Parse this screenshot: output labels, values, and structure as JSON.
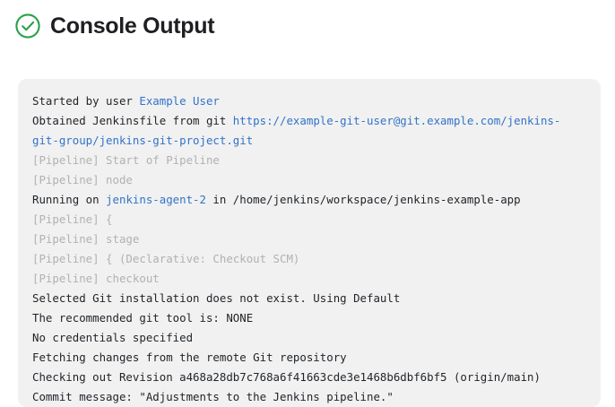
{
  "header": {
    "status_icon": "check-circle-icon",
    "status_color": "#2aa04a",
    "title": "Console Output"
  },
  "colors": {
    "panel_background": "#f1f1f1",
    "text": "#1f2328",
    "muted_text": "#b1b1b1",
    "link": "#3273c8",
    "title": "#1f1f23",
    "success_green": "#2aa04a"
  },
  "console": {
    "lines": [
      {
        "id": "started-by-user",
        "muted": false,
        "parts": [
          {
            "text": "Started by user ",
            "link": false
          },
          {
            "text": "Example User",
            "link": true
          }
        ]
      },
      {
        "id": "obtained-jenkinsfile",
        "muted": false,
        "parts": [
          {
            "text": "Obtained Jenkinsfile from git ",
            "link": false
          },
          {
            "text": "https://example-git-user@git.example.com/jenkins-git-group/jenkins-git-project.git",
            "link": true
          }
        ]
      },
      {
        "id": "pipeline-start-of-pipeline",
        "muted": true,
        "parts": [
          {
            "text": "[Pipeline] Start of Pipeline",
            "link": false
          }
        ]
      },
      {
        "id": "pipeline-node",
        "muted": true,
        "parts": [
          {
            "text": "[Pipeline] node",
            "link": false
          }
        ]
      },
      {
        "id": "running-on-agent",
        "muted": false,
        "parts": [
          {
            "text": "Running on ",
            "link": false
          },
          {
            "text": "jenkins-agent-2",
            "link": true
          },
          {
            "text": " in /home/jenkins/workspace/jenkins-example-app",
            "link": false
          }
        ]
      },
      {
        "id": "pipeline-open-brace",
        "muted": true,
        "parts": [
          {
            "text": "[Pipeline] {",
            "link": false
          }
        ]
      },
      {
        "id": "pipeline-stage",
        "muted": true,
        "parts": [
          {
            "text": "[Pipeline] stage",
            "link": false
          }
        ]
      },
      {
        "id": "pipeline-declarative-checkout-scm",
        "muted": true,
        "parts": [
          {
            "text": "[Pipeline] { (Declarative: Checkout SCM)",
            "link": false
          }
        ]
      },
      {
        "id": "pipeline-checkout",
        "muted": true,
        "parts": [
          {
            "text": "[Pipeline] checkout",
            "link": false
          }
        ]
      },
      {
        "id": "selected-git-installation",
        "muted": false,
        "parts": [
          {
            "text": "Selected Git installation does not exist. Using Default",
            "link": false
          }
        ]
      },
      {
        "id": "recommended-git-tool",
        "muted": false,
        "parts": [
          {
            "text": "The recommended git tool is: NONE",
            "link": false
          }
        ]
      },
      {
        "id": "no-credentials",
        "muted": false,
        "parts": [
          {
            "text": "No credentials specified",
            "link": false
          }
        ]
      },
      {
        "id": "fetching-changes",
        "muted": false,
        "parts": [
          {
            "text": "Fetching changes from the remote Git repository",
            "link": false
          }
        ]
      },
      {
        "id": "checking-out-revision",
        "muted": false,
        "parts": [
          {
            "text": "Checking out Revision a468a28db7c768a6f41663cde3e1468b6dbf6bf5 (origin/main)",
            "link": false
          }
        ]
      },
      {
        "id": "commit-message",
        "muted": false,
        "parts": [
          {
            "text": "Commit message: \"Adjustments to the Jenkins pipeline.\"",
            "link": false
          }
        ]
      }
    ]
  }
}
